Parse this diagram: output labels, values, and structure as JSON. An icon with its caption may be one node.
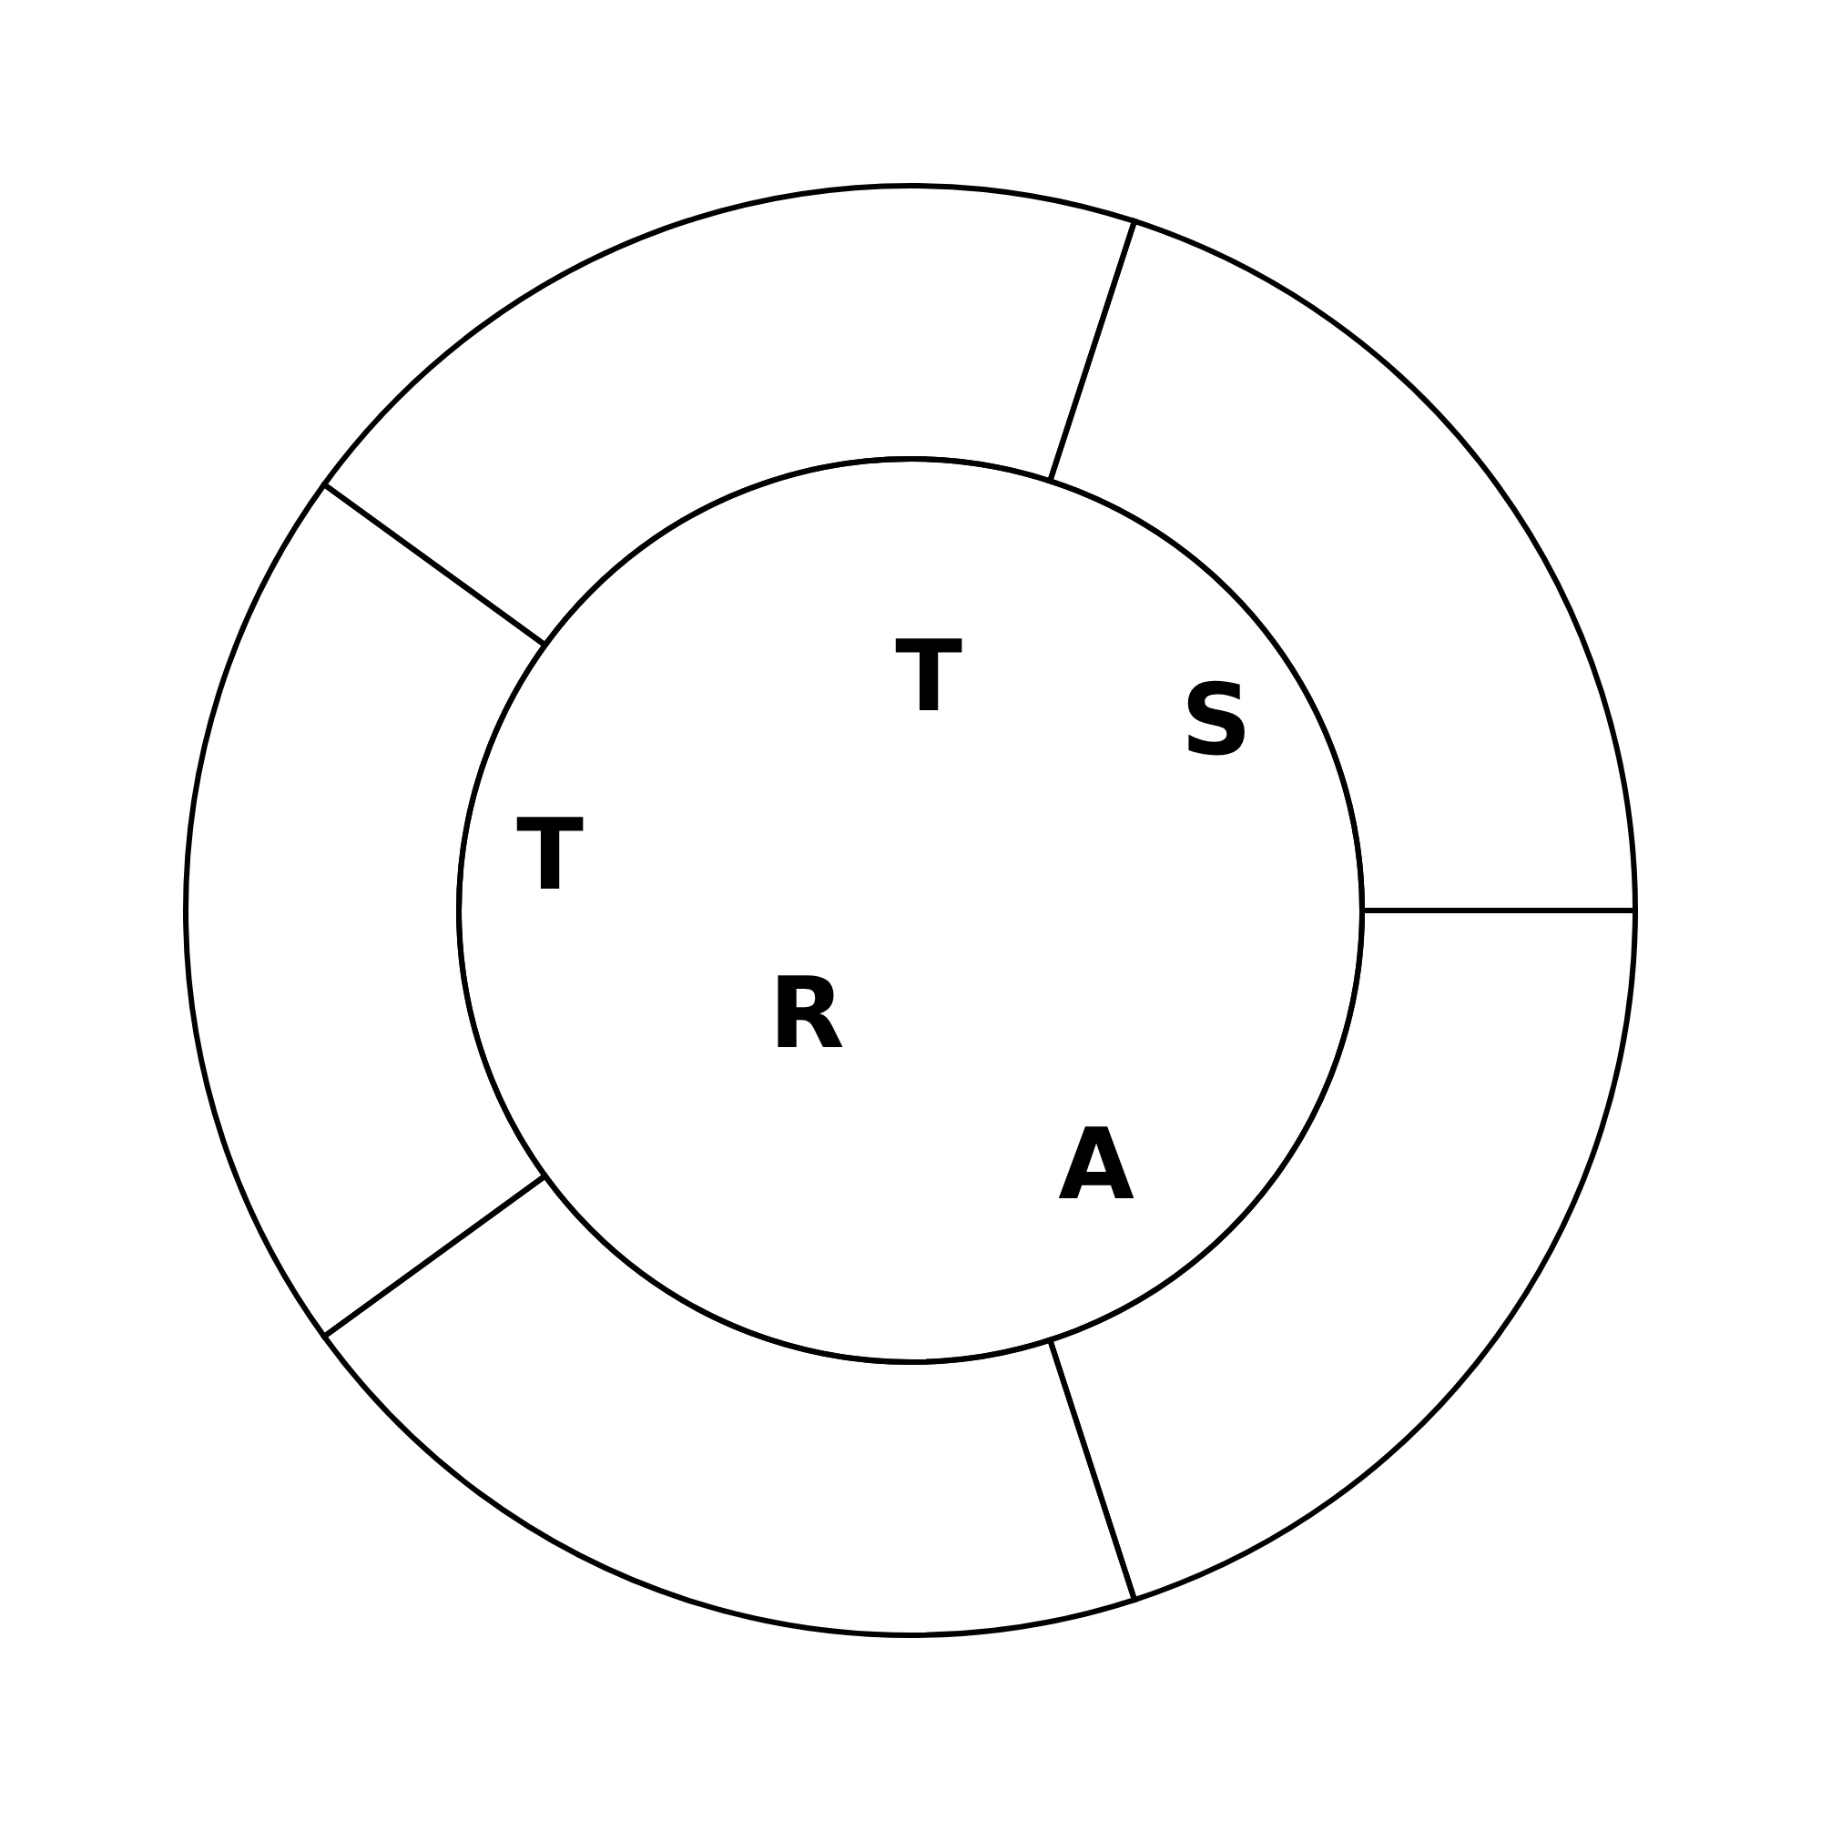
{
  "diagram": {
    "nodes": [
      {
        "text": [],
        "shape": "segment"
      },
      {
        "text": [],
        "shape": "segment"
      },
      {
        "text": [],
        "shape": "segment"
      },
      {
        "text": [],
        "shape": "segment"
      },
      {
        "text": [],
        "shape": "segment"
      },
      {
        "text": [],
        "shape": "circle"
      }
    ],
    "edges": [],
    "labels": [
      "T",
      "S",
      "T",
      "R",
      "A"
    ]
  }
}
